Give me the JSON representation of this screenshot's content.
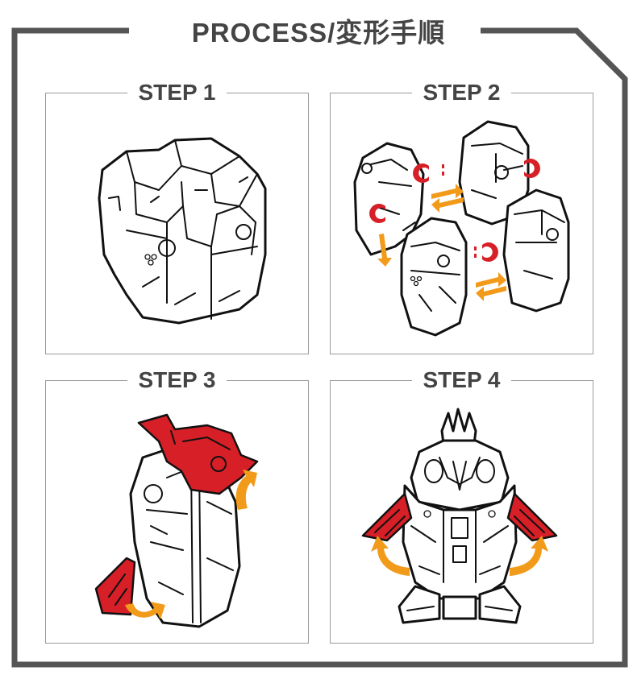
{
  "title": "PROCESS/変形手順",
  "colors": {
    "frame": "#555555",
    "text": "#444444",
    "red_parts": "#d61f26",
    "arrows": "#f29a1a"
  },
  "steps": [
    {
      "label": "STEP 1"
    },
    {
      "label": "STEP 2"
    },
    {
      "label": "STEP 3"
    },
    {
      "label": "STEP 4"
    }
  ]
}
